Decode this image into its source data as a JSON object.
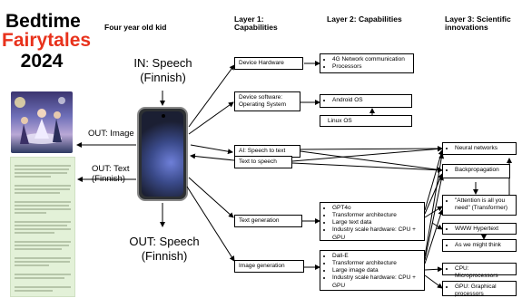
{
  "title": {
    "line1": "Bedtime",
    "line2": "Fairytales",
    "line3": "2024",
    "accent_color": "#e8321c"
  },
  "headers": {
    "kid": "Four year old kid",
    "layer1": "Layer 1:\nCapabilities",
    "layer2": "Layer 2: Capabilities",
    "layer3": "Layer 3: Scientific\ninnovations"
  },
  "kid_io": {
    "in_speech": "IN: Speech\n(Finnish)",
    "out_image": "OUT: Image",
    "out_text": "OUT: Text\n(Finnish)",
    "out_speech": "OUT: Speech\n(Finnish)"
  },
  "layer1": [
    "Device Hardware",
    "Device software:\nOperating System",
    "AI: Speech to text",
    "Text to speech",
    "Text generation",
    "Image generation"
  ],
  "layer2": {
    "hardware": [
      "4G Network communication",
      "Processors"
    ],
    "android": [
      "Android OS"
    ],
    "linux": "Linux OS",
    "text_gen": [
      "GPT4o",
      "Transformer architecture",
      "Large text data",
      "Industry scale hardware: CPU + GPU"
    ],
    "image_gen": [
      "Dall-E",
      "Transformer architecture",
      "Large image data",
      "Industry scale hardware: CPU + GPU"
    ]
  },
  "layer3": {
    "neural": [
      "Neural networks"
    ],
    "backprop": [
      "Backpropagation"
    ],
    "attention": [
      "\"Attention is all you need\" (Transformer)"
    ],
    "www": [
      "WWW Hypertext"
    ],
    "think": [
      "As we might think"
    ],
    "cpu": [
      "CPU: Microprocessors"
    ],
    "gpu": [
      "GPU: Graphical processors"
    ]
  },
  "colors": {
    "line": "#000000",
    "text_card_bg": "#e3f1d8"
  }
}
